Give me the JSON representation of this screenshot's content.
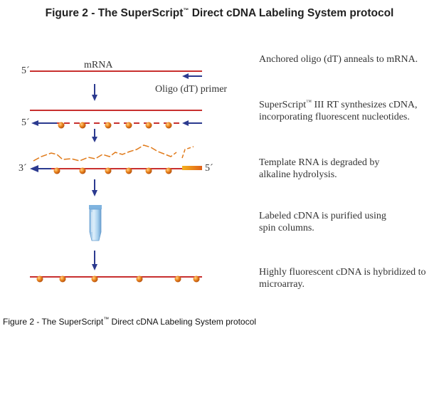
{
  "title": {
    "main": "Figure 2 - The SuperScript",
    "tm": "™",
    "rest": " Direct cDNA Labeling System protocol"
  },
  "labels": {
    "mrna": "mRNA",
    "oligo_primer": "Oligo (dT) primer",
    "five_prime": "5´",
    "three_prime": "3´"
  },
  "steps": [
    {
      "text": "Anchored oligo (dT) anneals to mRNA."
    },
    {
      "text_pre": "SuperScript",
      "tm": "™",
      "text_post": " III RT synthesizes cDNA, incorporating fluorescent nucleotides."
    },
    {
      "text": "Template RNA is degraded by alkaline hydrolysis."
    },
    {
      "text": "Labeled cDNA is purified using spin columns."
    },
    {
      "text": "Highly fluorescent cDNA is hybridized to microarray."
    }
  ],
  "caption": {
    "pre": "Figure 2 - The SuperScript",
    "tm": "™",
    "post": " Direct cDNA Labeling System protocol"
  },
  "colors": {
    "strand": "#c8302f",
    "arrow": "#2b3a8f",
    "bead": "#e07a1a",
    "primer": "#f2a21b",
    "tube": "#9ec8e8"
  }
}
